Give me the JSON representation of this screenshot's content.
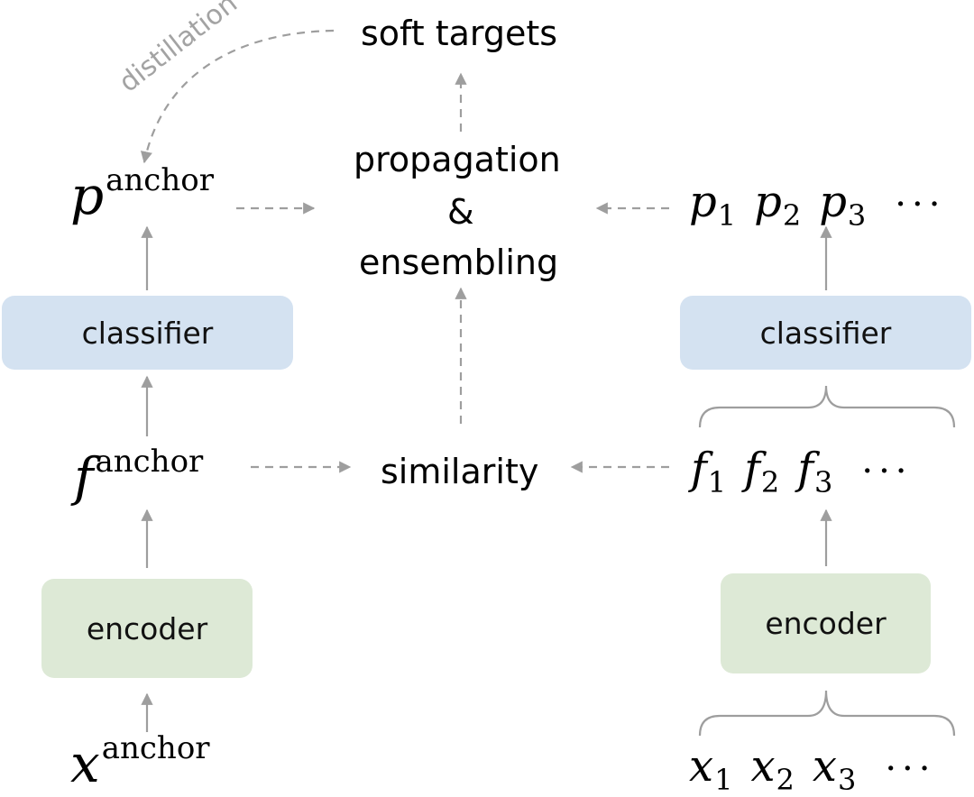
{
  "labels": {
    "soft_targets": "soft targets",
    "propagation": "propagation",
    "ampersand": "&",
    "ensembling": "ensembling",
    "similarity": "similarity",
    "distillation": "distillation"
  },
  "left_column": {
    "p_base": "p",
    "f_base": "f",
    "x_base": "x",
    "anchor_superscript": "anchor",
    "classifier": "classifier",
    "encoder": "encoder"
  },
  "right_column": {
    "p_terms": [
      {
        "base": "p",
        "sub": "1"
      },
      {
        "base": "p",
        "sub": "2"
      },
      {
        "base": "p",
        "sub": "3"
      }
    ],
    "f_terms": [
      {
        "base": "f",
        "sub": "1"
      },
      {
        "base": "f",
        "sub": "2"
      },
      {
        "base": "f",
        "sub": "3"
      }
    ],
    "x_terms": [
      {
        "base": "x",
        "sub": "1"
      },
      {
        "base": "x",
        "sub": "2"
      },
      {
        "base": "x",
        "sub": "3"
      }
    ],
    "ellipsis": "···",
    "classifier": "classifier",
    "encoder": "encoder"
  },
  "colors": {
    "classifier_fill": "#d4e2f1",
    "encoder_fill": "#dde9d6",
    "arrow_gray": "#9e9e9e",
    "distillation_text": "#a3a3a3"
  }
}
